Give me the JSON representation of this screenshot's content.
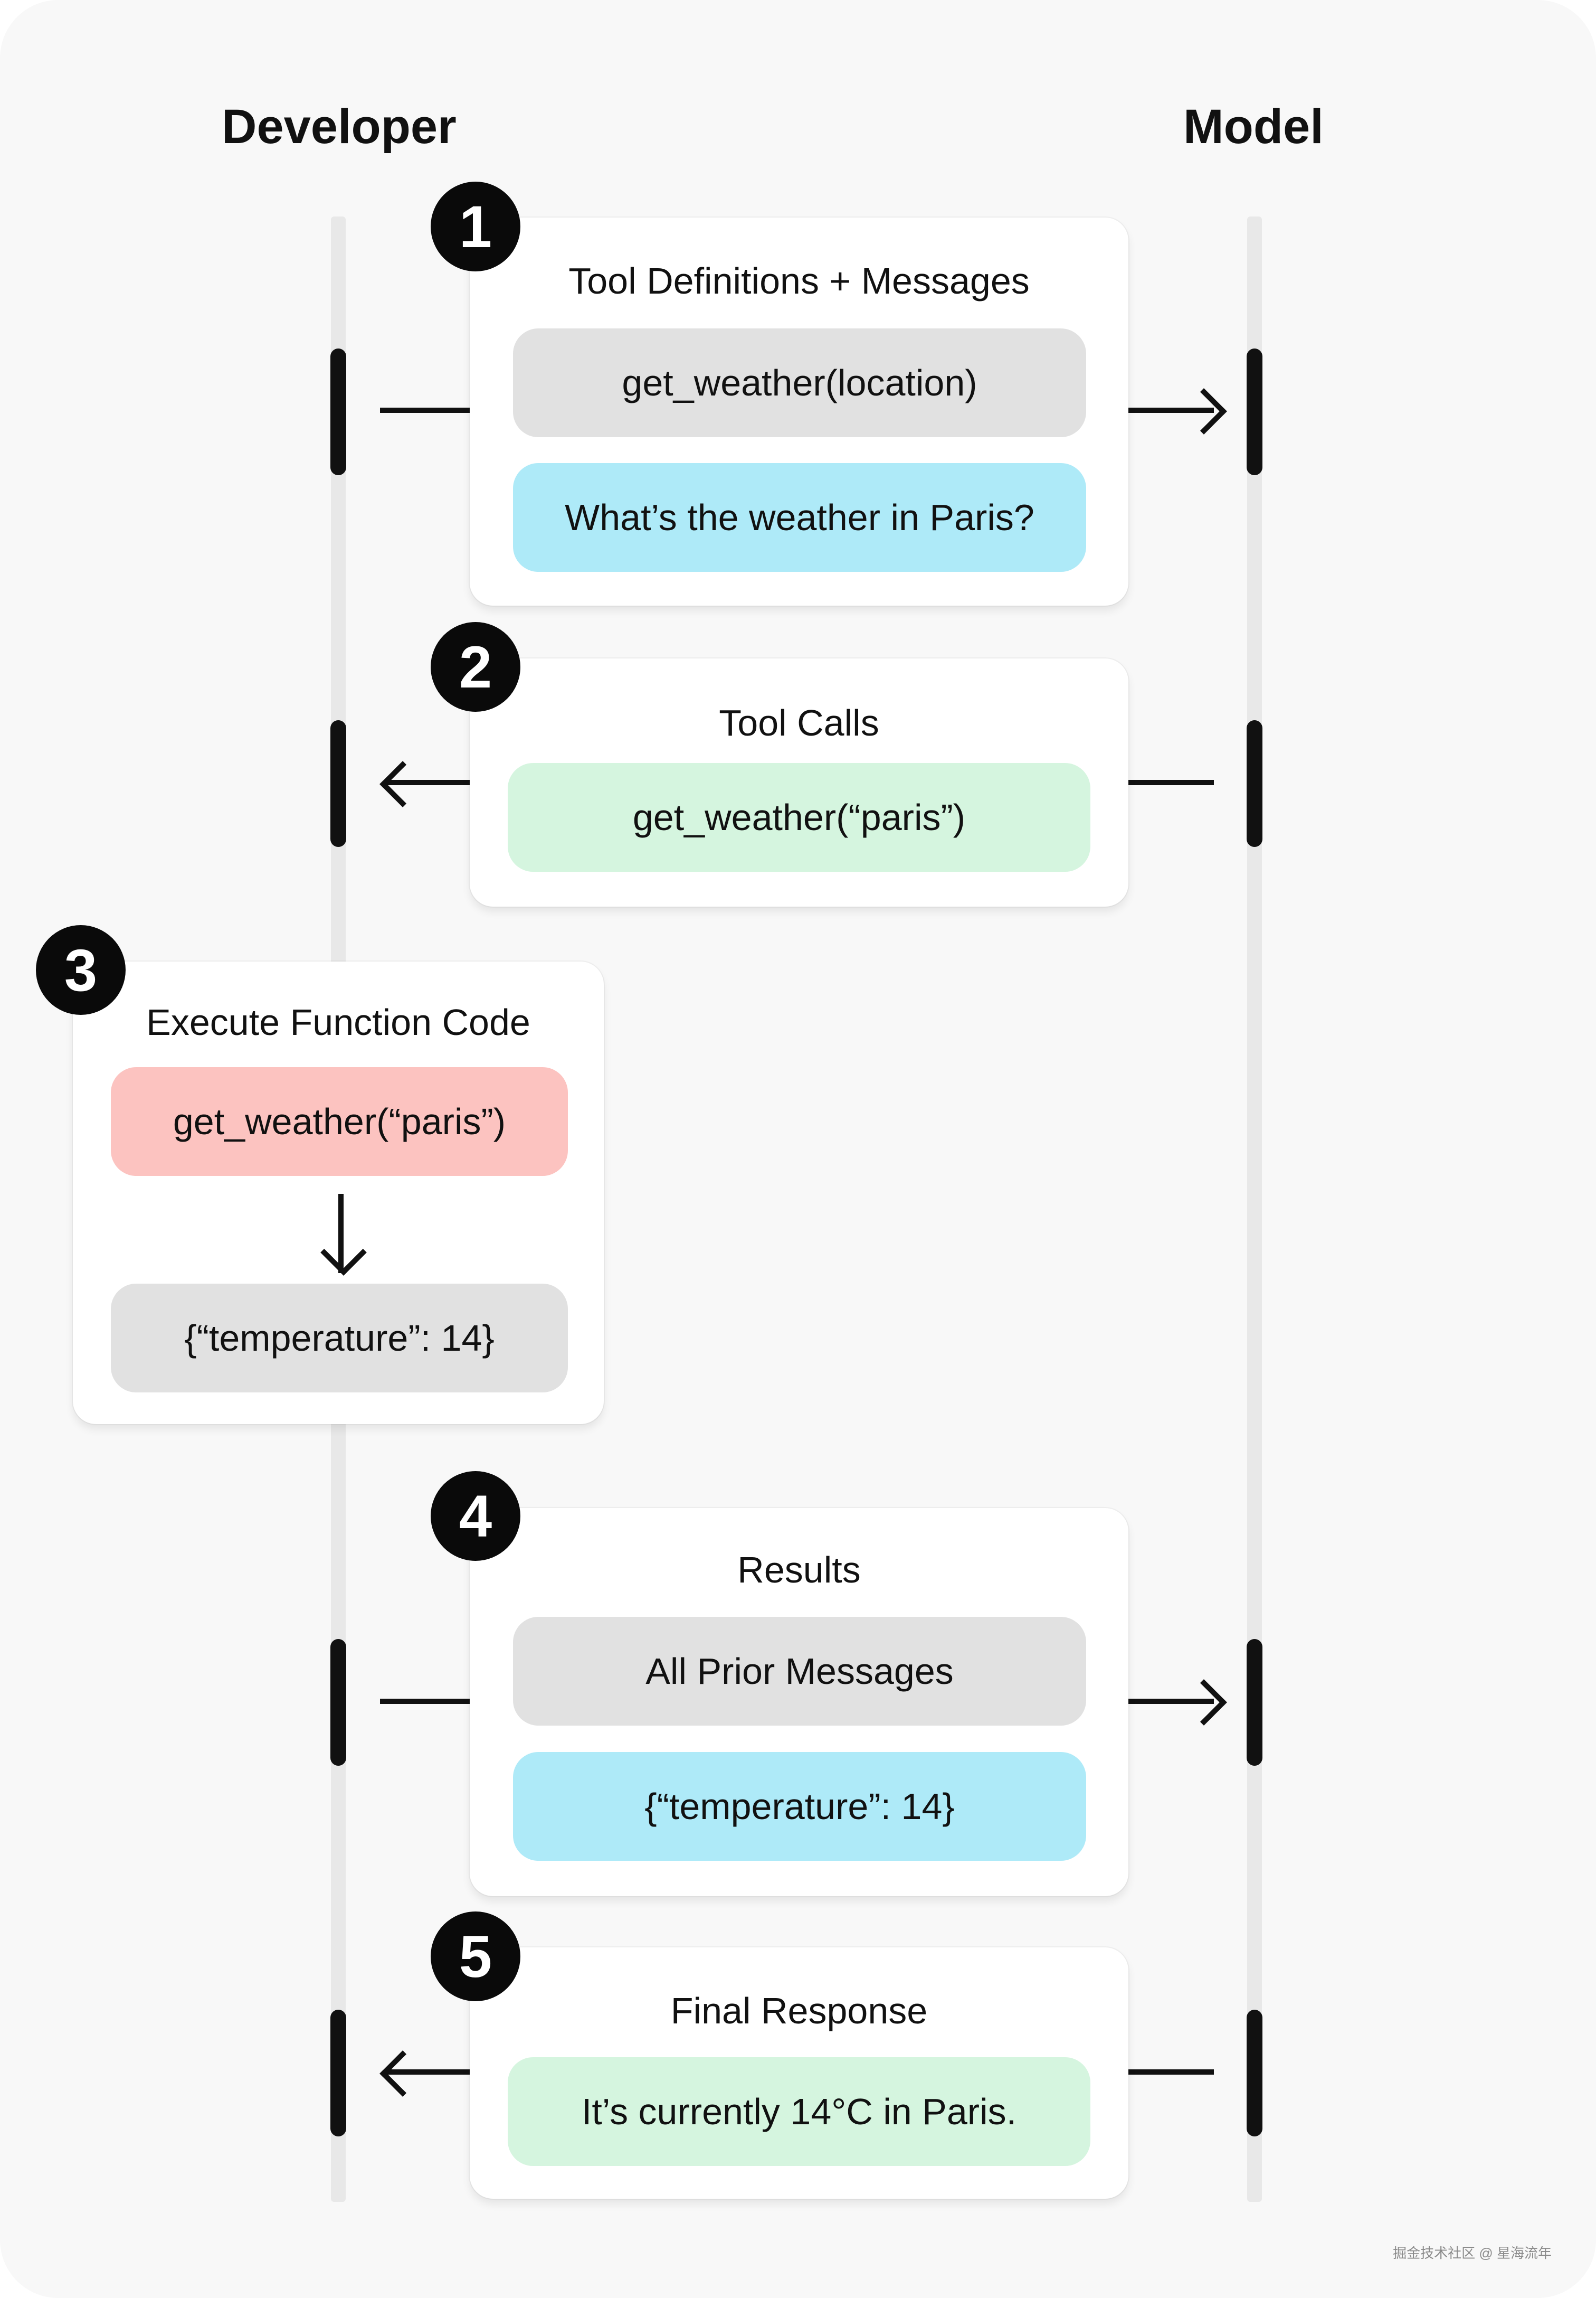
{
  "lanes": {
    "developer": "Developer",
    "model": "Model"
  },
  "steps": [
    {
      "number": "1",
      "title": "Tool Definitions + Messages",
      "items": [
        "get_weather(location)",
        "What’s the weather in Paris?"
      ]
    },
    {
      "number": "2",
      "title": "Tool Calls",
      "items": [
        "get_weather(“paris”)"
      ]
    },
    {
      "number": "3",
      "title": "Execute Function Code",
      "items": [
        "get_weather(“paris”)",
        "{“temperature”: 14}"
      ]
    },
    {
      "number": "4",
      "title": "Results",
      "items": [
        "All Prior Messages",
        "{“temperature”: 14}"
      ]
    },
    {
      "number": "5",
      "title": "Final Response",
      "items": [
        "It’s currently 14°C in Paris."
      ]
    }
  ],
  "watermark": "掘金技术社区 @ 星海流年",
  "colors": {
    "gray_pill": "#e1e1e1",
    "blue_pill": "#aeeaf8",
    "green_pill": "#d5f5df",
    "red_pill": "#fcc3c0",
    "badge": "#0a0a0a",
    "lifeline": "#e8e8e8"
  }
}
